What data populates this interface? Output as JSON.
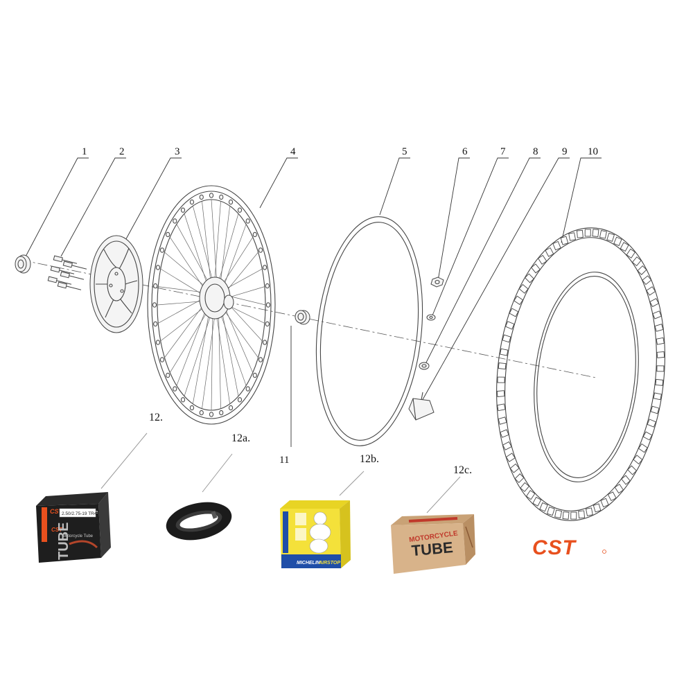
{
  "diagram": {
    "callouts": [
      {
        "id": "1",
        "label": "1"
      },
      {
        "id": "2",
        "label": "2"
      },
      {
        "id": "3",
        "label": "3"
      },
      {
        "id": "4",
        "label": "4"
      },
      {
        "id": "5",
        "label": "5"
      },
      {
        "id": "6",
        "label": "6"
      },
      {
        "id": "7",
        "label": "7"
      },
      {
        "id": "8",
        "label": "8"
      },
      {
        "id": "9",
        "label": "9"
      },
      {
        "id": "10",
        "label": "10"
      },
      {
        "id": "11",
        "label": "11"
      }
    ],
    "tube_options": [
      {
        "id": "12",
        "label": "12."
      },
      {
        "id": "12a",
        "label": "12a."
      },
      {
        "id": "12b",
        "label": "12b."
      },
      {
        "id": "12c",
        "label": "12c."
      }
    ]
  },
  "products": {
    "cst_box": {
      "brand": "CST",
      "line": "Motorcycle Tube",
      "size": "2.50/2.75-19 TR4",
      "word": "TUBE"
    },
    "michelin_box": {
      "brand": "MICHELIN",
      "product": "AIRSTOP"
    },
    "generic_box": {
      "top": "MOTORCYCLE",
      "word": "TUBE"
    }
  },
  "logo": {
    "brand": "CST",
    "color": "#e8501e"
  },
  "colors": {
    "line_art": "#444444",
    "cst_red": "#e8501e",
    "michelin_yellow": "#f4e13a",
    "michelin_blue": "#1f4ea8",
    "cardboard": "#d8b38a"
  }
}
